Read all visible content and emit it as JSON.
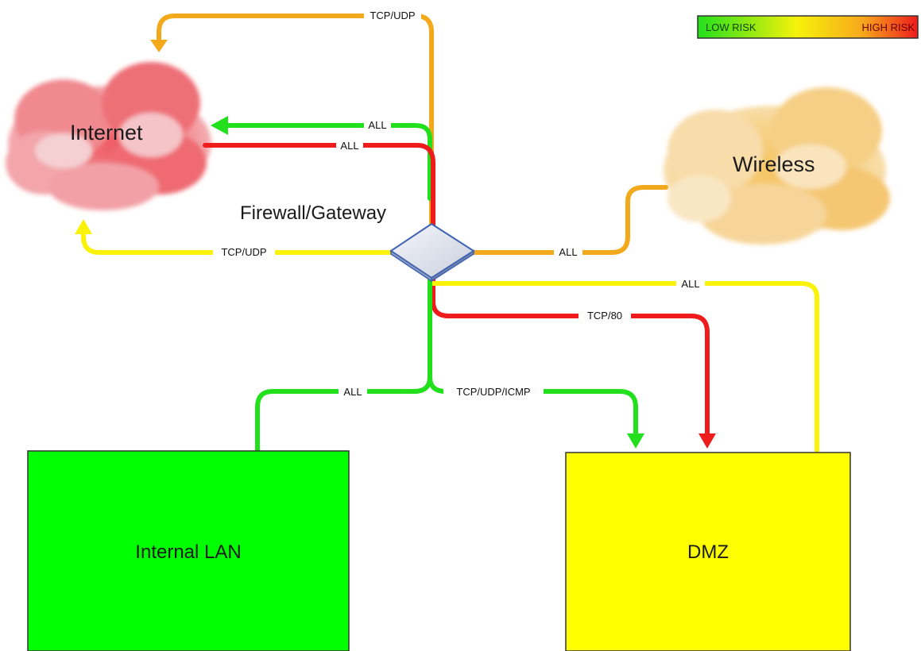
{
  "legend": {
    "low": "LOW RISK",
    "high": "HIGH RISK"
  },
  "nodes": {
    "internet": "Internet",
    "wireless": "Wireless",
    "firewall": "Firewall/Gateway",
    "lan": "Internal LAN",
    "dmz": "DMZ"
  },
  "connections": {
    "fw_to_internet_tcpudp_top": "TCP/UDP",
    "fw_to_internet_all_green": "ALL",
    "internet_to_fw_all_red": "ALL",
    "fw_to_internet_tcpudp_yellow": "TCP/UDP",
    "wireless_all": "ALL",
    "dmz_to_fw_all": "ALL",
    "internet_to_dmz_tcp80": "TCP/80",
    "lan_all": "ALL",
    "lan_to_dmz_tcpudpicmp": "TCP/UDP/ICMP"
  },
  "colors": {
    "green": "#22e01c",
    "yellow": "#fbf20a",
    "orange": "#f2a91c",
    "red": "#ee1c1c",
    "lan_fill": "#00ff00",
    "dmz_fill": "#ffff00"
  }
}
